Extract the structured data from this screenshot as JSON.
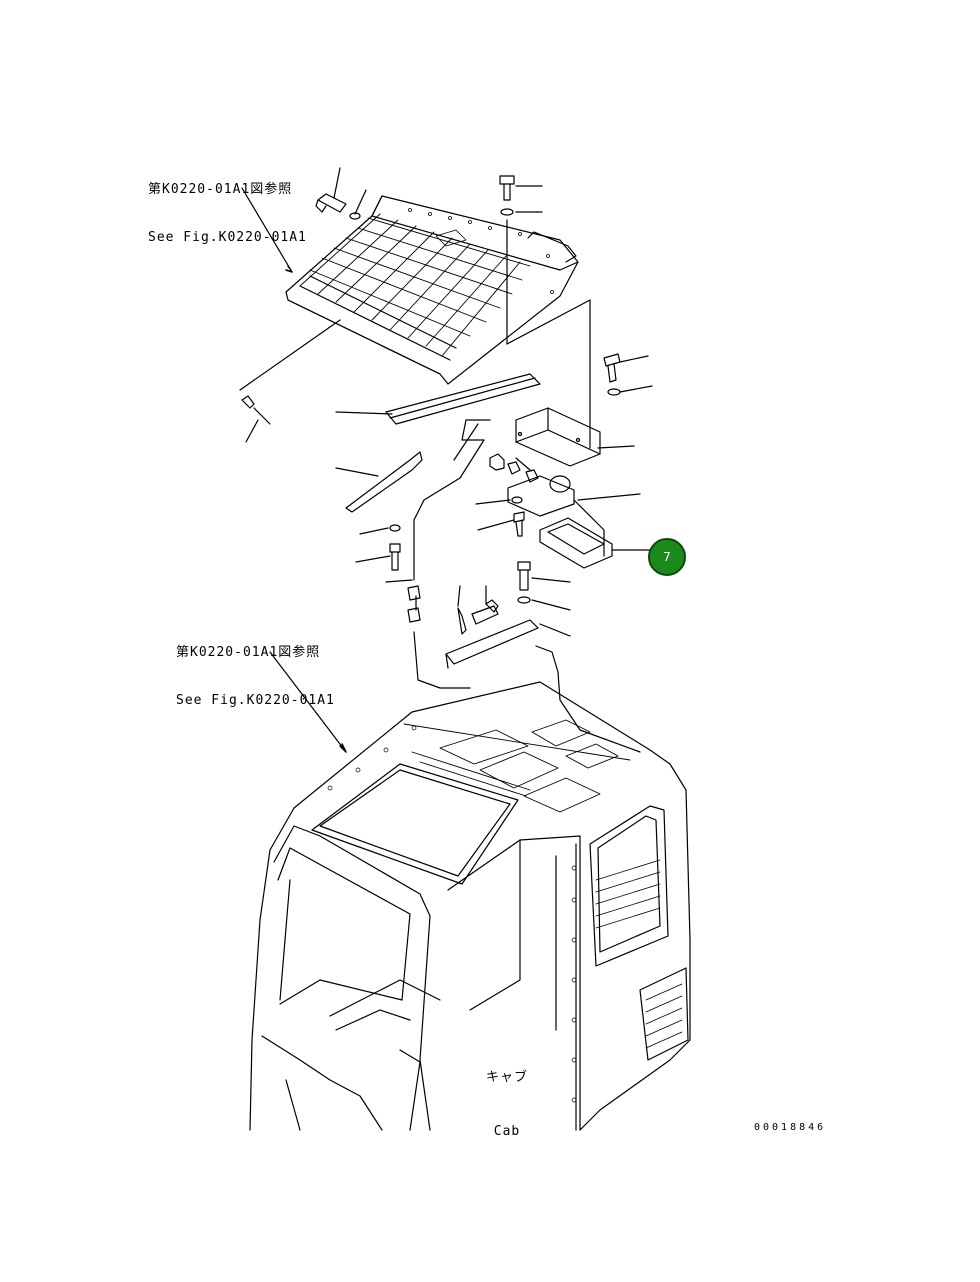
{
  "references": [
    {
      "jp": "第K0220-01A1図参照",
      "en": "See Fig.K0220-01A1"
    },
    {
      "jp": "第K0220-01A1図参照",
      "en": "See Fig.K0220-01A1"
    }
  ],
  "cab": {
    "jp": "キャブ",
    "en": "Cab"
  },
  "callout": {
    "number": "7",
    "color": "#1a8a1a"
  },
  "document_number": "00018846"
}
